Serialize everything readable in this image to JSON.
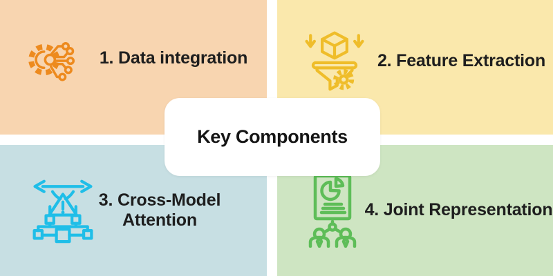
{
  "title_card": {
    "label": "Key Components"
  },
  "quadrants": [
    {
      "id": "data-integration",
      "label": "1. Data integration",
      "bg": "#F8D5B0",
      "icon": "ai-gear-circuit-icon",
      "icon_color": "#ED8A1E"
    },
    {
      "id": "feature-extraction",
      "label": "2. Feature Extraction",
      "bg": "#FAE8AC",
      "icon": "cube-funnel-gear-icon",
      "icon_color": "#EFBD2A"
    },
    {
      "id": "cross-model-attention",
      "label": "3. Cross-Model\nAttention",
      "bg": "#C7DFE3",
      "icon": "flowchart-warning-arrows-icon",
      "icon_color": "#1FBEE8"
    },
    {
      "id": "joint-representation",
      "label": "4. Joint Representation",
      "bg": "#CEE5C2",
      "icon": "report-chart-people-icon",
      "icon_color": "#5EBD58"
    }
  ],
  "colors": {
    "gutter": "#FFFFFF",
    "card_bg": "#FFFFFF",
    "text": "#1E1E1E"
  }
}
